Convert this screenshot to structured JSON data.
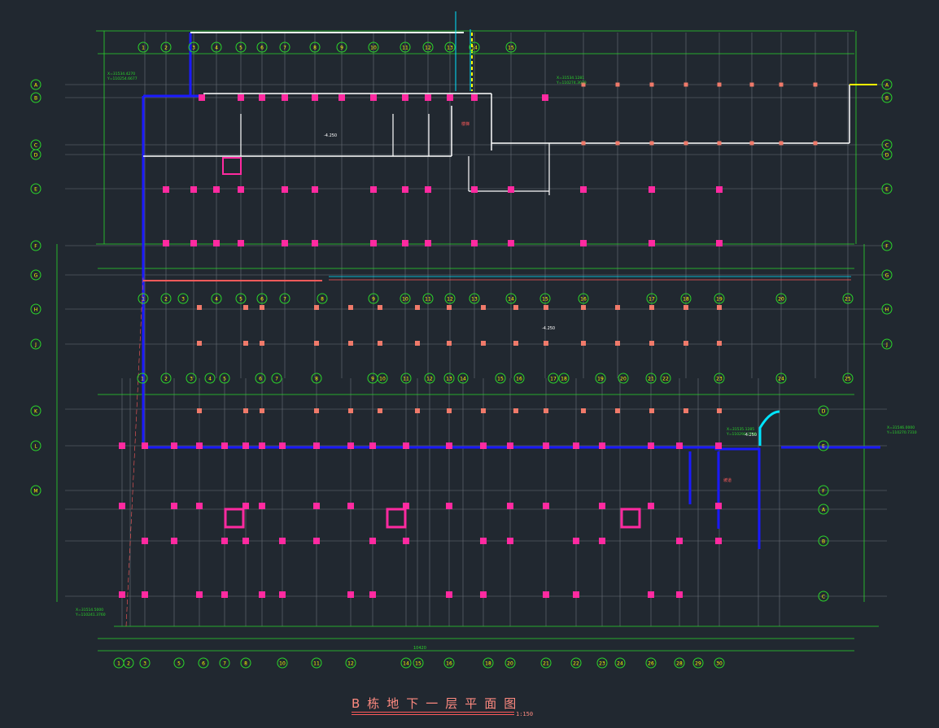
{
  "drawing": {
    "title": "B栋地下一层平面图",
    "scale": "1:150"
  },
  "colors": {
    "background": "#212830",
    "grid": "#6b7079",
    "dim": "#2bd62b",
    "wall_blue": "#1a1aff",
    "column": "#ff2aa0",
    "column_light": "#f07a6a",
    "bubble": "#ffff00",
    "annotation": "#ff5a5a",
    "white": "#ffffff",
    "cyan": "#00e5ff"
  },
  "axes": {
    "bottom": [
      "1",
      "2",
      "3",
      "5",
      "6",
      "7",
      "8",
      "10",
      "11",
      "12",
      "14",
      "15",
      "16",
      "18",
      "20",
      "21",
      "22",
      "23",
      "24",
      "26",
      "28",
      "29",
      "30"
    ],
    "top_row": [
      "1",
      "2",
      "3",
      "4",
      "5",
      "6",
      "7",
      "8",
      "9",
      "10",
      "11",
      "12",
      "13",
      "14",
      "15"
    ],
    "left": [
      "A",
      "B",
      "C",
      "D",
      "E",
      "F",
      "G",
      "H",
      "J",
      "K",
      "L",
      "M"
    ],
    "right": [
      "A",
      "B",
      "C",
      "D",
      "E",
      "F",
      "G",
      "H",
      "J"
    ]
  },
  "labels": {
    "elevation_1": "-4.250",
    "elevation_2": "-4.250",
    "elevation_3": "-4.250",
    "stair_note": "楼梯",
    "ramp_note": "坡道",
    "coord_1": "X=31534.4270",
    "coord_1b": "Y=110254.6677",
    "coord_2": "X=31534.1281",
    "coord_2b": "Y=110274.3070",
    "coord_3": "X=31514.5000",
    "coord_3b": "Y=110241.3760",
    "coord_4": "X=31535.1285",
    "coord_4b": "Y=110290.3730",
    "coord_5": "X=31546.0000",
    "coord_5b": "Y=110270.7310",
    "dim_total": "10420"
  }
}
